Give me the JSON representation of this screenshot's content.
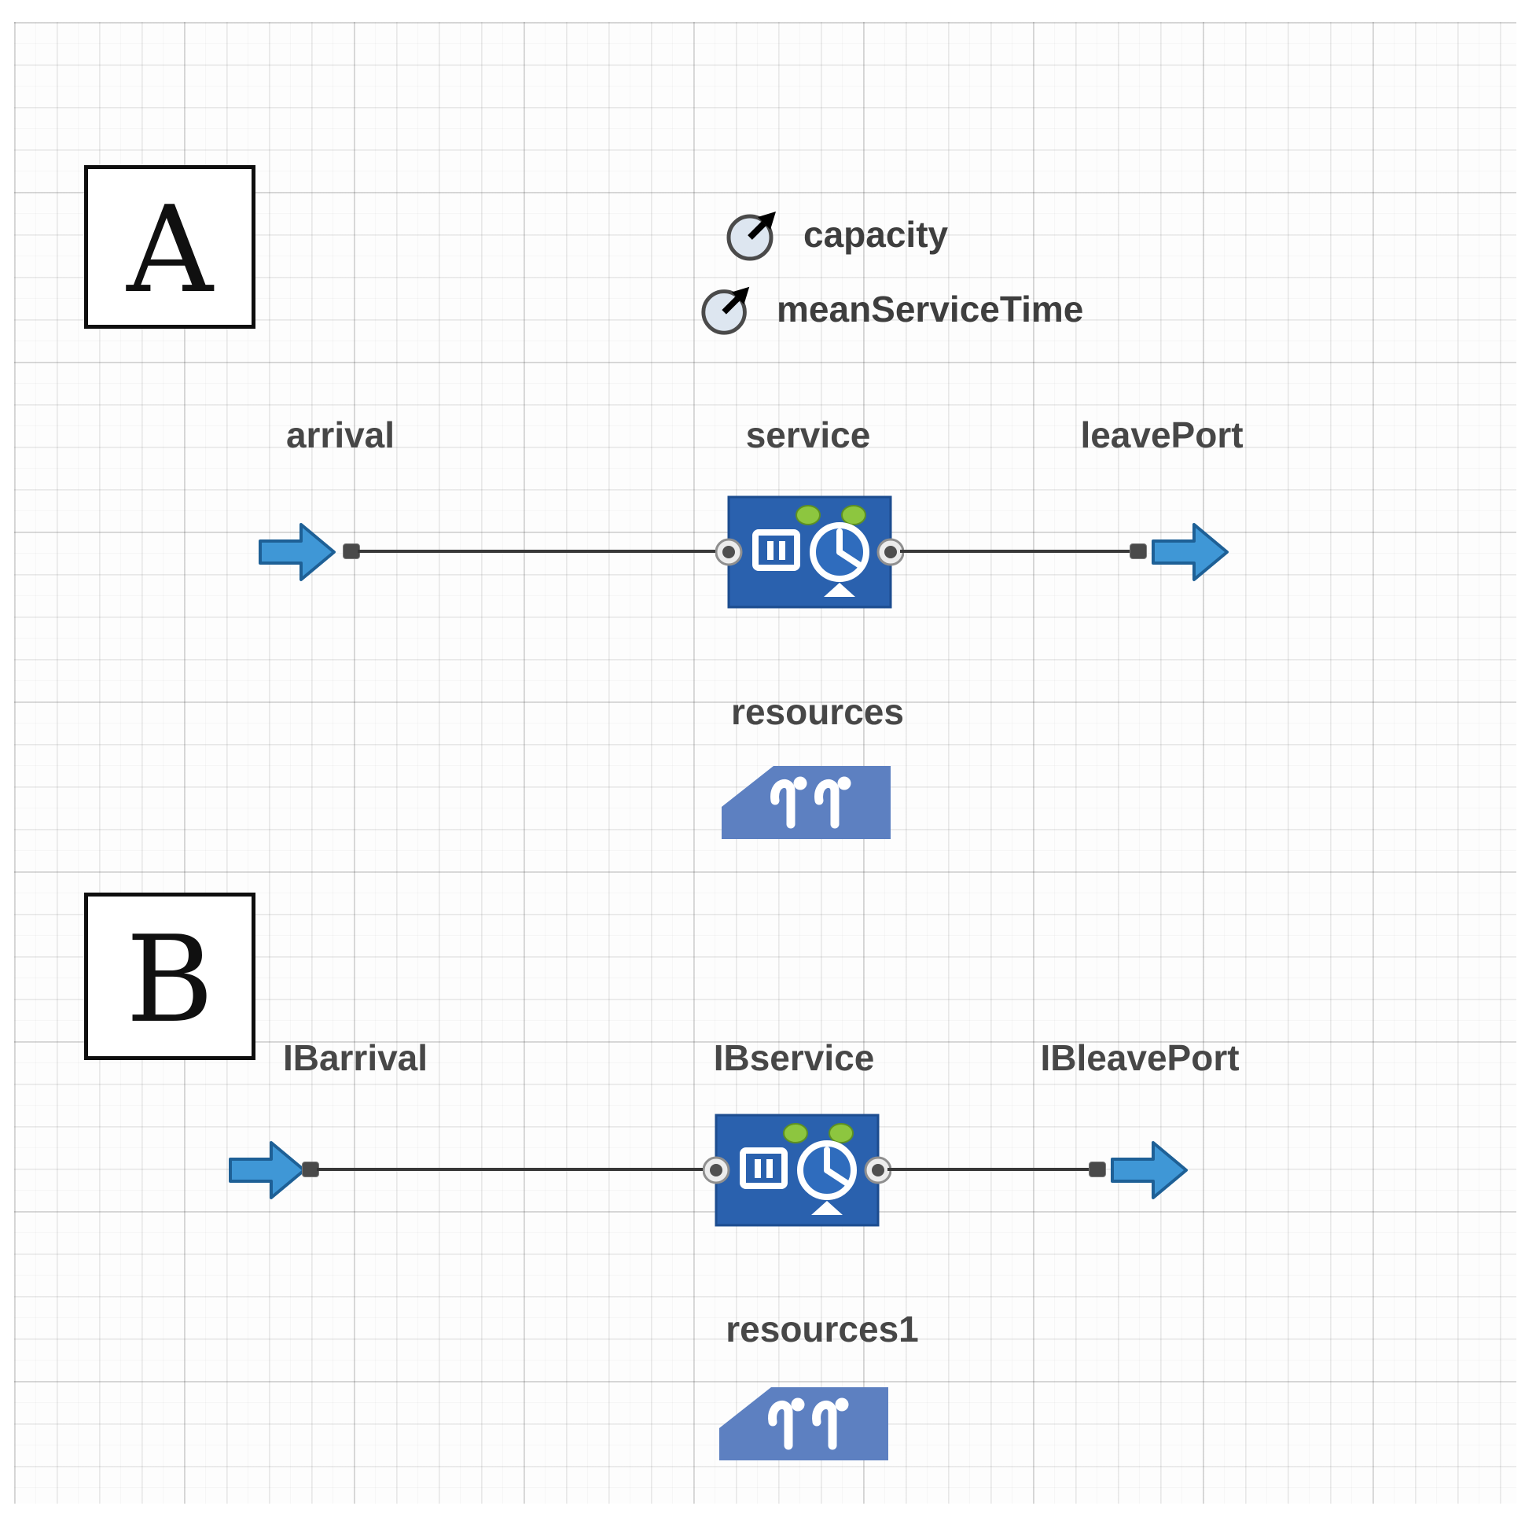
{
  "panels": [
    {
      "label": "A",
      "parameters": [
        {
          "name": "capacity"
        },
        {
          "name": "meanServiceTime"
        }
      ],
      "nodes": {
        "source": "arrival",
        "service": "service",
        "sink": "leavePort",
        "resources": "resources"
      }
    },
    {
      "label": "B",
      "parameters": [],
      "nodes": {
        "source": "IBarrival",
        "service": "IBservice",
        "sink": "IBleavePort",
        "resources": "resources1"
      }
    }
  ],
  "colors": {
    "service_block_blue": "#2a61ae",
    "resource_pool_blue": "#5d80c1",
    "flow_arrow_blue": "#3f97d6",
    "status_dot_green": "#8dc63f",
    "label_text_gray": "#474747",
    "connector_line": "#383838"
  }
}
